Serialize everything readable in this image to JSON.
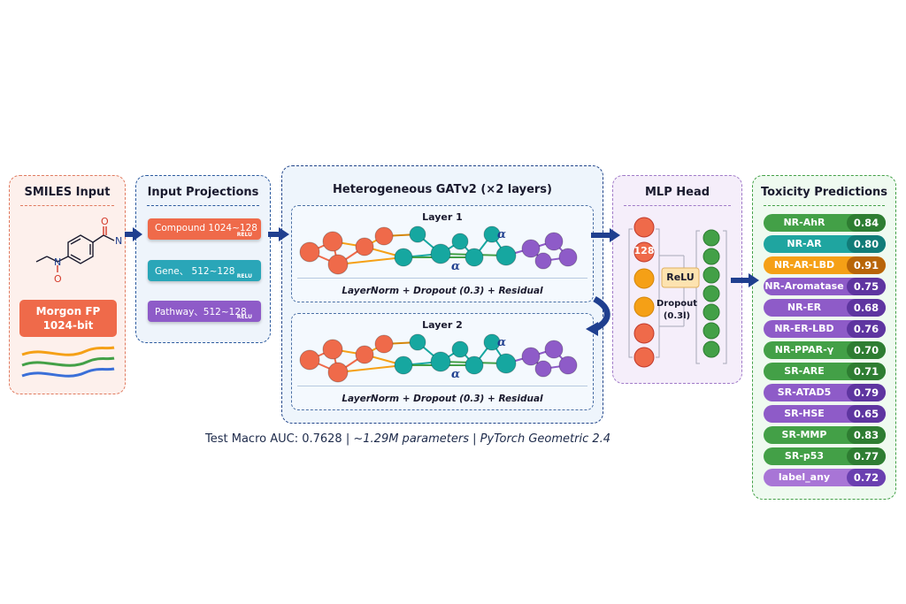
{
  "smiles": {
    "title": "SMILES Input",
    "atom_o_top": "O",
    "atom_n_right": "N",
    "atom_n_left": "N",
    "atom_o_bottom": "O",
    "fp_line1": "Morgon FP",
    "fp_line2": "1024-bit"
  },
  "projections": {
    "title": "Input Projections",
    "items": [
      {
        "label": "Compound  1024~128",
        "relu": "RELU",
        "color": "#ef6a4a"
      },
      {
        "label": "Gene、 512~128",
        "relu": "RELU",
        "color": "#2aa6b8"
      },
      {
        "label": "Pathway、512~128",
        "relu": "RELU",
        "color": "#8e5bc8"
      }
    ]
  },
  "gat": {
    "title": "Heterogeneous GATv2 (×2 layers)",
    "layers": [
      {
        "title": "Layer 1",
        "norm": "LayerNorm + Dropout (0.3) + Residual"
      },
      {
        "title": "Layer 2",
        "norm": "LayerNorm + Dropout (0.3) + Residual"
      }
    ],
    "attention_symbol": "α",
    "node_colors": {
      "compound": "#ef6a4a",
      "gene": "#16a7a0",
      "pathway": "#8e5bc8"
    }
  },
  "mlp": {
    "title": "MLP Head",
    "hidden_label": "128",
    "activation": "ReLU",
    "dropout_line1": "Dropout",
    "dropout_line2": "(0.3l)"
  },
  "predictions": {
    "title": "Toxicity Predictions",
    "items": [
      {
        "label": "NR-AhR",
        "value": "0.84",
        "color": "#43a047",
        "dark": "#2e7d32"
      },
      {
        "label": "NR-AR",
        "value": "0.80",
        "color": "#1fa5a0",
        "dark": "#117c78"
      },
      {
        "label": "NR-AR-LBD",
        "value": "0.91",
        "color": "#f5a016",
        "dark": "#b86508"
      },
      {
        "label": "NR-Aromatase",
        "value": "0.75",
        "color": "#8e5bc8",
        "dark": "#5e35a0"
      },
      {
        "label": "NR-ER",
        "value": "0.68",
        "color": "#8e5bc8",
        "dark": "#5e35a0"
      },
      {
        "label": "NR-ER-LBD",
        "value": "0.76",
        "color": "#8e5bc8",
        "dark": "#5e35a0"
      },
      {
        "label": "NR-PPAR-γ",
        "value": "0.70",
        "color": "#43a047",
        "dark": "#2e7d32"
      },
      {
        "label": "SR-ARE",
        "value": "0.71",
        "color": "#43a047",
        "dark": "#2e7d32"
      },
      {
        "label": "SR-ATAD5",
        "value": "0.79",
        "color": "#8e5bc8",
        "dark": "#5e35a0"
      },
      {
        "label": "SR-HSE",
        "value": "0.65",
        "color": "#8e5bc8",
        "dark": "#5e35a0"
      },
      {
        "label": "SR-MMP",
        "value": "0.83",
        "color": "#43a047",
        "dark": "#2e7d32"
      },
      {
        "label": "SR-p53",
        "value": "0.77",
        "color": "#43a047",
        "dark": "#2e7d32"
      },
      {
        "label": "label_any",
        "value": "0.72",
        "color": "#a875d6",
        "dark": "#6a3fb0"
      }
    ]
  },
  "footer": {
    "auc": "Test Macro AUC: 0.7628",
    "sep1": "|",
    "params": "~1.29M parameters",
    "sep2": "|",
    "framework": "PyTorch Geometric 2.4"
  },
  "colors": {
    "arrow": "#1f3f8f"
  }
}
